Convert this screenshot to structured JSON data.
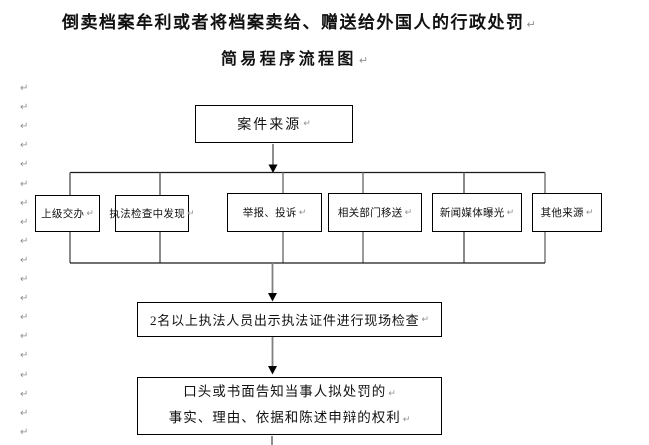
{
  "document": {
    "title_line1": "倒卖档案牟利或者将档案卖给、赠送给外国人的行政处罚",
    "title_line2": "简易程序流程图"
  },
  "formatting_marks": {
    "glyph": "↵",
    "left_column_count": 19
  },
  "flowchart": {
    "case_source": {
      "label": "案件来源"
    },
    "sources": [
      {
        "label": "上级交办"
      },
      {
        "label": "执法检查中发现"
      },
      {
        "label": "举报、投诉"
      },
      {
        "label": "相关部门移送"
      },
      {
        "label": "新闻媒体曝光"
      },
      {
        "label": "其他来源"
      }
    ],
    "inspection_step": {
      "label": "2名以上执法人员出示执法证件进行现场检查"
    },
    "notification_step": {
      "line1": "口头或书面告知当事人拟处罚的",
      "line2": "事实、理由、依据和陈述申辩的权利"
    }
  },
  "colors": {
    "page_background": "#ffffff",
    "box_border": "#000000",
    "text": "#111111",
    "connector_gray": "#808080",
    "line_black": "#1a1a1a",
    "arrowhead": "#000000",
    "formatting_mark": "#8f8f8f"
  }
}
